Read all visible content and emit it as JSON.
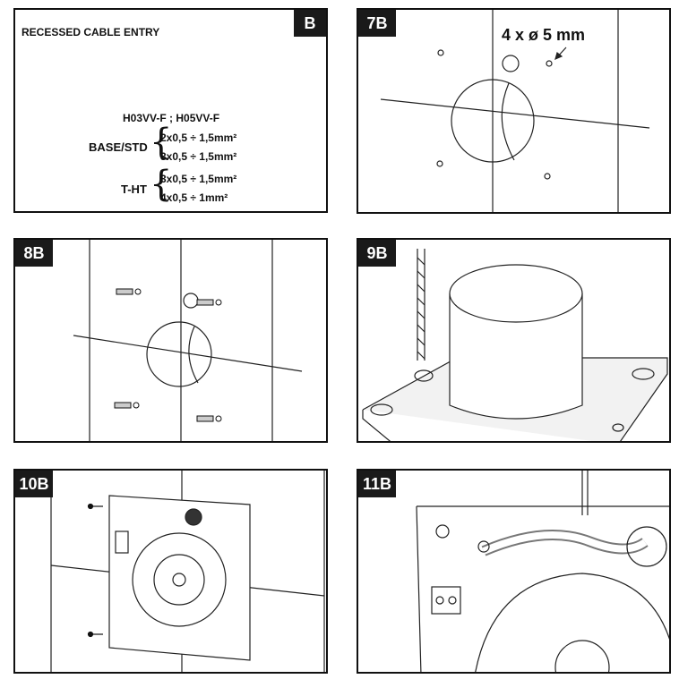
{
  "panels": {
    "b": {
      "tag": "B"
    },
    "p7b": {
      "tag": "7B"
    },
    "p8b": {
      "tag": "8B"
    },
    "p9b": {
      "tag": "9B"
    },
    "p10b": {
      "tag": "10B"
    },
    "p11b": {
      "tag": "11B"
    }
  },
  "b": {
    "title": "RECESSED CABLE ENTRY",
    "cable_types": "H03VV-F ; H05VV-F",
    "groups": [
      {
        "label": "BASE/STD",
        "lines": [
          "2x0,5 ÷ 1,5mm²",
          "3x0,5 ÷ 1,5mm²"
        ]
      },
      {
        "label": "T-HT",
        "lines": [
          "3x0,5 ÷ 1,5mm²",
          "4x0,5 ÷ 1mm²"
        ]
      }
    ]
  },
  "p7b": {
    "hole_label": "4 x ø 5 mm"
  }
}
